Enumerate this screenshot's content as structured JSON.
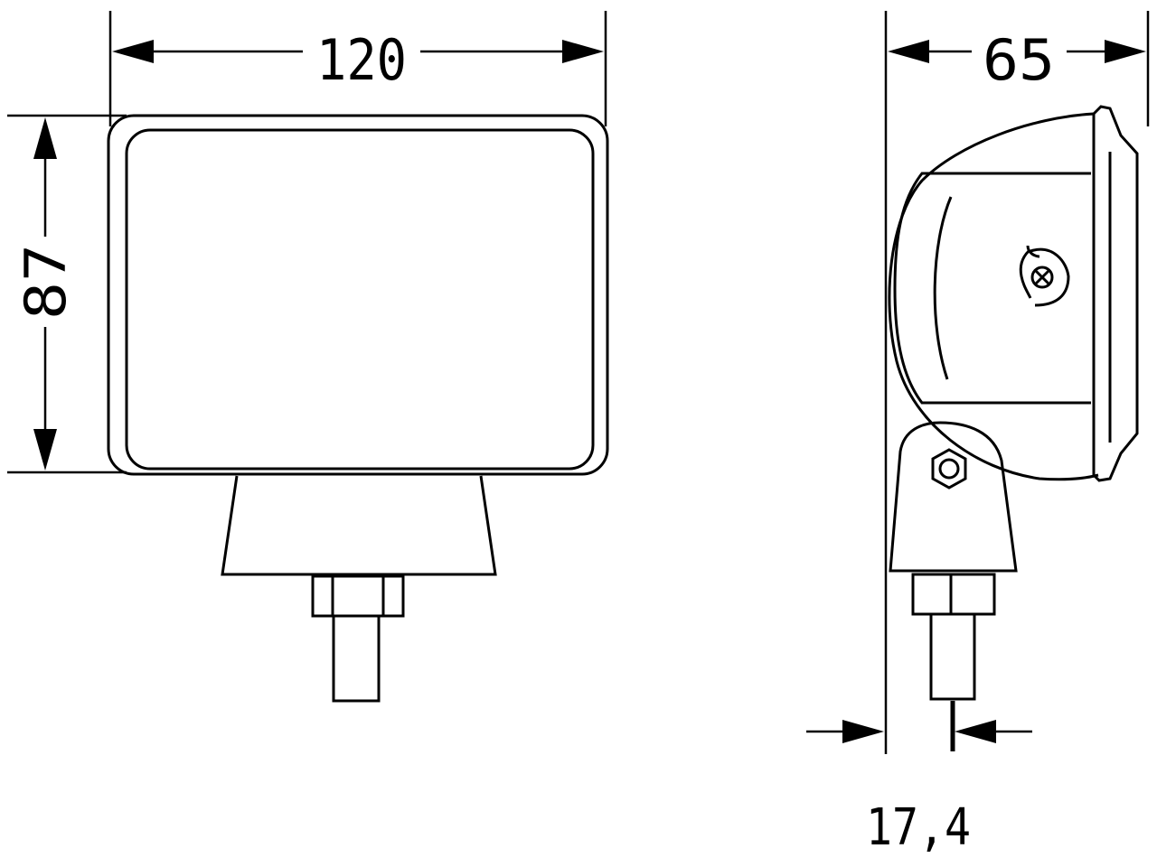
{
  "dimensions": {
    "width": "120",
    "height": "87",
    "depth": "65",
    "mount_offset": "17,4"
  },
  "colors": {
    "line": "#000000",
    "background": "#ffffff"
  }
}
